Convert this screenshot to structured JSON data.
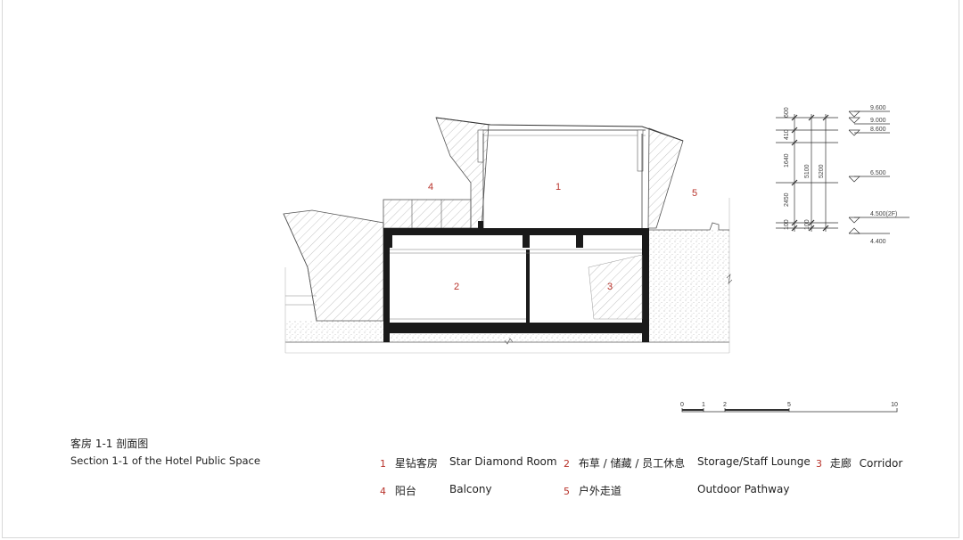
{
  "drawing": {
    "title_zh": "客房 1-1 剖面图",
    "title_en": "Section 1-1 of the Hotel Public Space",
    "room_tags": [
      "1",
      "2",
      "3",
      "4",
      "5"
    ],
    "dim_left": [
      "600",
      "410",
      "1640",
      "2450",
      "100",
      "100"
    ],
    "dim_mid": [
      "5100",
      "5200"
    ],
    "levels": [
      "9.600",
      "9.000",
      "8.600",
      "6.500",
      "4.500(2F)",
      "4.400"
    ],
    "scale_bar": [
      "0",
      "1",
      "2",
      "5",
      "10"
    ],
    "accent_color": "#b8322a"
  },
  "legend": [
    {
      "num": "1",
      "zh": "星钻客房",
      "en": "Star Diamond Room"
    },
    {
      "num": "2",
      "zh": "布草 / 储藏 / 员工休息",
      "en": "Storage/Staff Lounge"
    },
    {
      "num": "3",
      "zh": "走廊",
      "en": "Corridor"
    },
    {
      "num": "4",
      "zh": "阳台",
      "en": "Balcony"
    },
    {
      "num": "5",
      "zh": "户外走道",
      "en": "Outdoor Pathway"
    }
  ]
}
